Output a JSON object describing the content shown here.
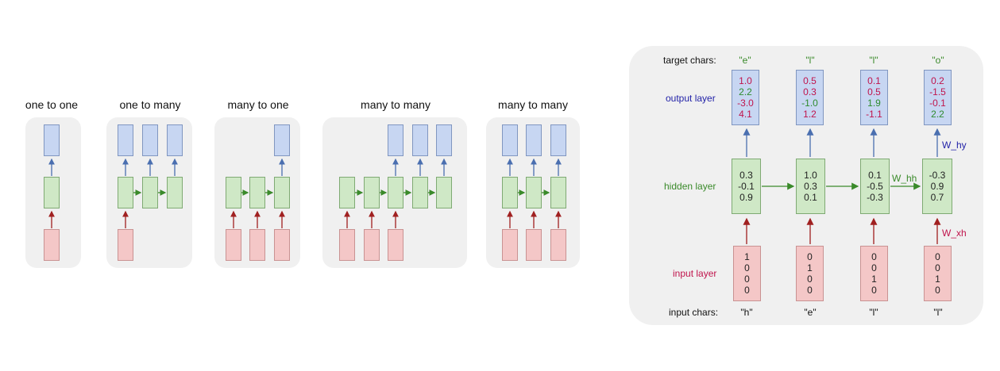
{
  "panels": [
    {
      "title": "one to one"
    },
    {
      "title": "one to many"
    },
    {
      "title": "many to one"
    },
    {
      "title": "many to many"
    },
    {
      "title": "many to many"
    }
  ],
  "example": {
    "row_labels": {
      "target": "target chars:",
      "output": "output layer",
      "hidden": "hidden layer",
      "input": "input layer",
      "input_chars": "input chars:"
    },
    "weight_labels": {
      "w_hy": "W_hy",
      "w_hh": "W_hh",
      "w_xh": "W_xh"
    },
    "steps": [
      {
        "input_char": "\"h\"",
        "target_char": "\"e\"",
        "input": [
          "1",
          "0",
          "0",
          "0"
        ],
        "hidden": [
          "0.3",
          "-0.1",
          "0.9"
        ],
        "output": [
          "1.0",
          "2.2",
          "-3.0",
          "4.1"
        ],
        "output_colors": [
          "#c0144c",
          "#2e8b2e",
          "#c0144c",
          "#c0144c"
        ]
      },
      {
        "input_char": "\"e\"",
        "target_char": "\"l\"",
        "input": [
          "0",
          "1",
          "0",
          "0"
        ],
        "hidden": [
          "1.0",
          "0.3",
          "0.1"
        ],
        "output": [
          "0.5",
          "0.3",
          "-1.0",
          "1.2"
        ],
        "output_colors": [
          "#c0144c",
          "#c0144c",
          "#2e8b2e",
          "#c0144c"
        ]
      },
      {
        "input_char": "\"l\"",
        "target_char": "\"l\"",
        "input": [
          "0",
          "0",
          "1",
          "0"
        ],
        "hidden": [
          "0.1",
          "-0.5",
          "-0.3"
        ],
        "output": [
          "0.1",
          "0.5",
          "1.9",
          "-1.1"
        ],
        "output_colors": [
          "#c0144c",
          "#c0144c",
          "#2e8b2e",
          "#c0144c"
        ]
      },
      {
        "input_char": "\"l\"",
        "target_char": "\"o\"",
        "input": [
          "0",
          "0",
          "1",
          "0"
        ],
        "hidden": [
          "-0.3",
          "0.9",
          "0.7"
        ],
        "output": [
          "0.2",
          "-1.5",
          "-0.1",
          "2.2"
        ],
        "output_colors": [
          "#c0144c",
          "#c0144c",
          "#c0144c",
          "#2e8b2e"
        ]
      }
    ]
  },
  "colors": {
    "output_label": "#2323a8",
    "hidden_label": "#3a8a2a",
    "input_label": "#c0144c",
    "target_char": "#3a8a2a",
    "arrow_up": "#4a6fb0",
    "arrow_in": "#a02020",
    "arrow_hh": "#3a8a2a"
  }
}
